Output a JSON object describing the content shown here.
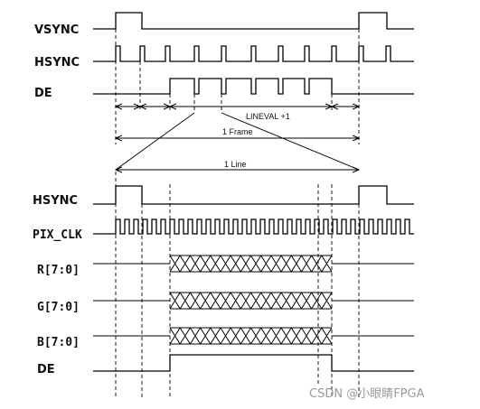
{
  "signals": {
    "vsync": "VSYNC",
    "hsync_top": "HSYNC",
    "de_top": "DE",
    "hsync_bottom": "HSYNC",
    "pix_clk": "PIX_CLK",
    "r": "R[7:0]",
    "g": "G[7:0]",
    "b": "B[7:0]",
    "de_bottom": "DE"
  },
  "annotations": {
    "lineval": "LINEVAL +1",
    "frame": "1 Frame",
    "line": "1 Line"
  },
  "watermark": "CSDN @小眼睛FPGA"
}
